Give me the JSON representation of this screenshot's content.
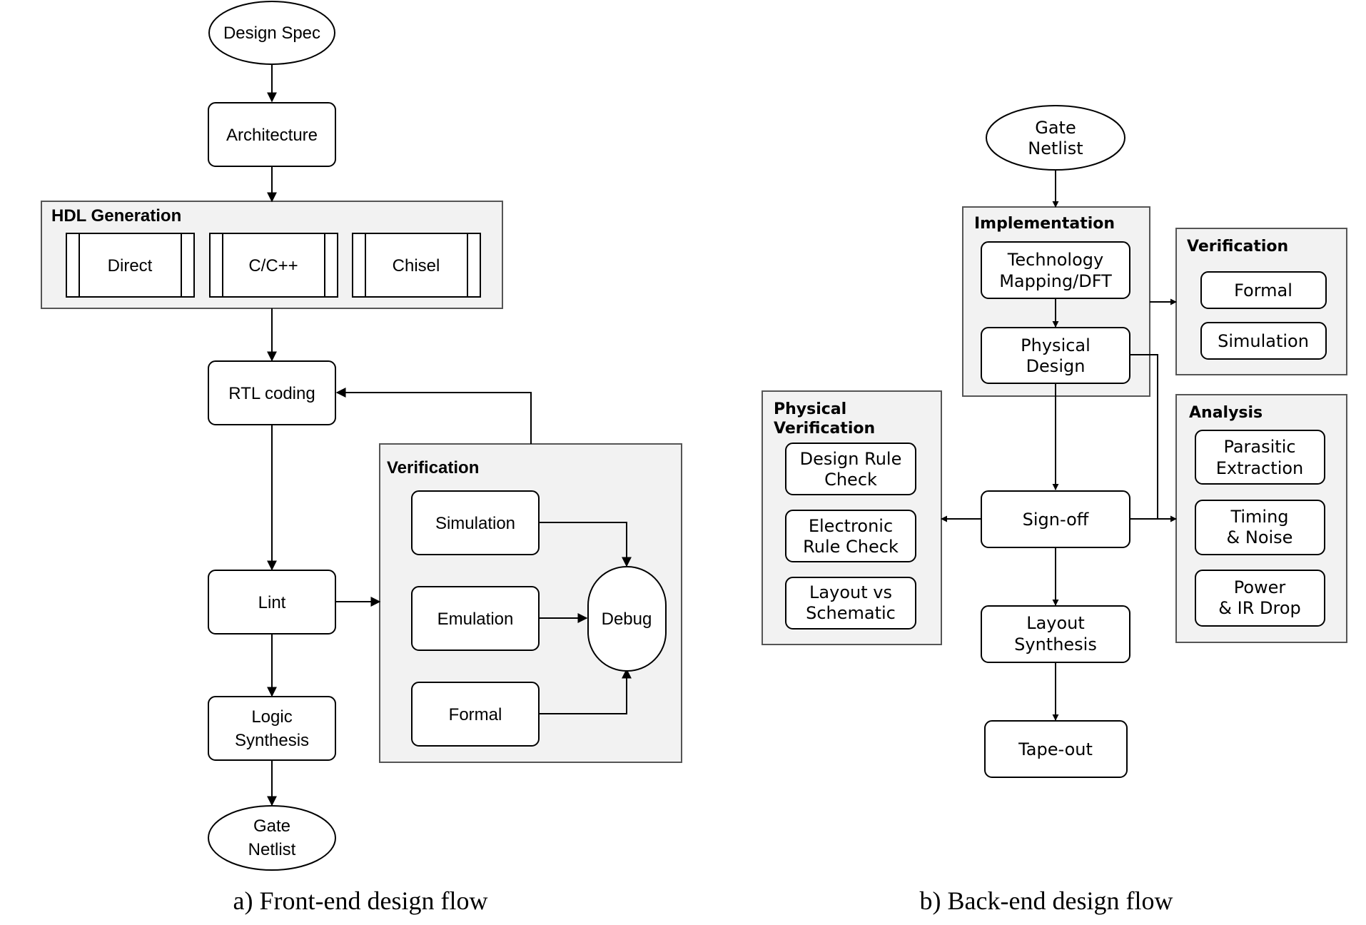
{
  "front_end": {
    "caption": "a) Front-end design flow",
    "design_spec": "Design Spec",
    "architecture": "Architecture",
    "hdl_generation": {
      "title": "HDL Generation",
      "items": [
        "Direct",
        "C/C++",
        "Chisel"
      ]
    },
    "rtl_coding": "RTL coding",
    "lint": "Lint",
    "logic_synthesis": [
      "Logic",
      "Synthesis"
    ],
    "gate_netlist": [
      "Gate",
      "Netlist"
    ],
    "verification": {
      "title": "Verification",
      "simulation": "Simulation",
      "emulation": "Emulation",
      "formal": "Formal",
      "debug": "Debug"
    }
  },
  "back_end": {
    "caption": "b) Back-end design flow",
    "gate_netlist": [
      "Gate",
      "Netlist"
    ],
    "implementation": {
      "title": "Implementation",
      "technology_mapping": [
        "Technology",
        "Mapping/DFT"
      ],
      "physical_design": [
        "Physical",
        "Design"
      ]
    },
    "verification": {
      "title": "Verification",
      "formal": "Formal",
      "simulation": "Simulation"
    },
    "physical_verification": {
      "title": [
        "Physical",
        "Verification"
      ],
      "drc": [
        "Design Rule",
        "Check"
      ],
      "erc": [
        "Electronic",
        "Rule Check"
      ],
      "lvs": [
        "Layout vs",
        "Schematic"
      ]
    },
    "analysis": {
      "title": "Analysis",
      "parasitic": [
        "Parasitic",
        "Extraction"
      ],
      "timing": [
        "Timing",
        "& Noise"
      ],
      "power": [
        "Power",
        "& IR Drop"
      ]
    },
    "sign_off": "Sign-off",
    "layout_synthesis": [
      "Layout",
      "Synthesis"
    ],
    "tape_out": "Tape-out"
  }
}
